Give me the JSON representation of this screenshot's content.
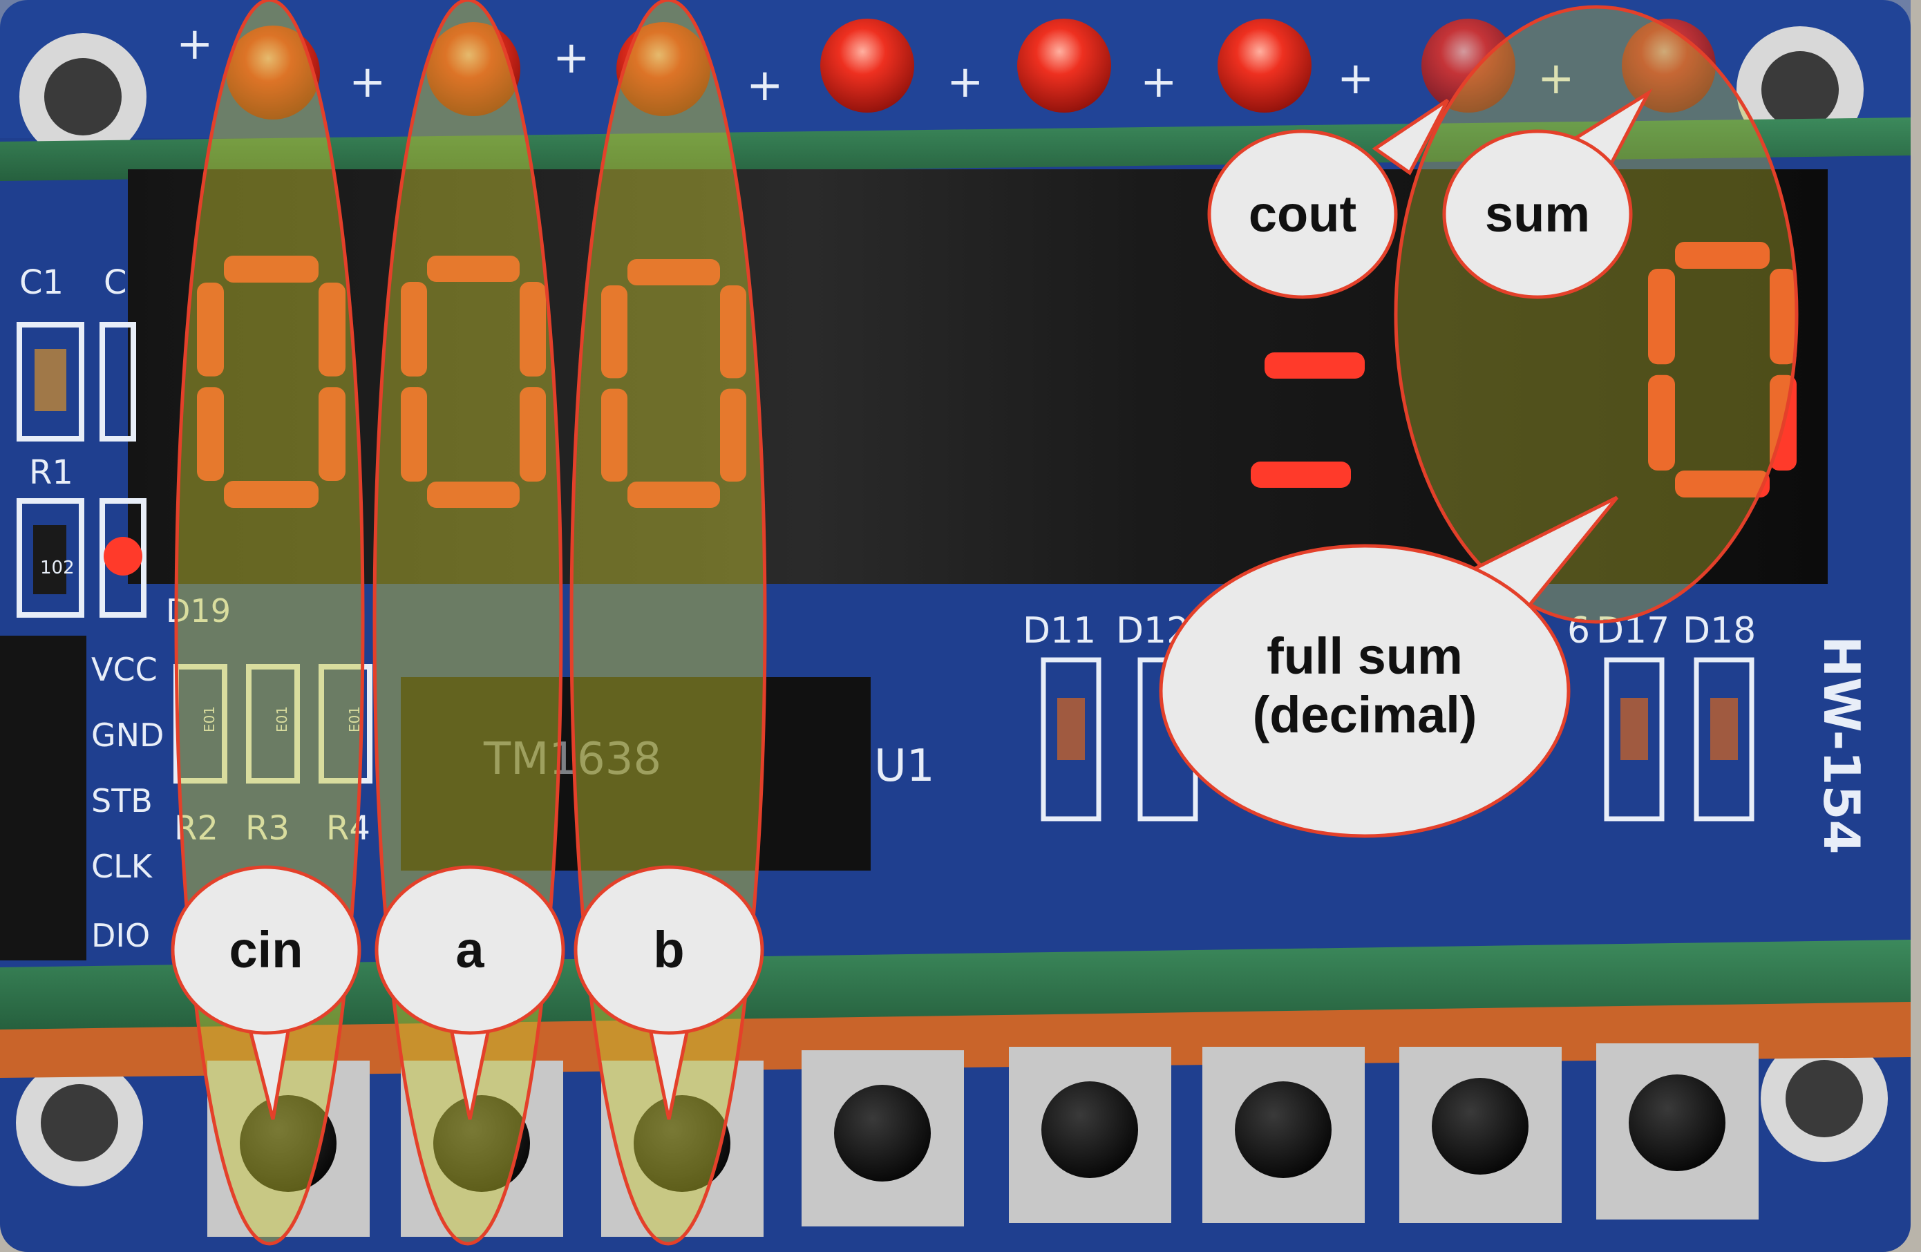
{
  "labels": {
    "cin": "cin",
    "a": "a",
    "b": "b",
    "cout": "cout",
    "sum": "sum",
    "full_sum_line1": "full sum",
    "full_sum_line2": "(decimal)"
  },
  "silkscreen": {
    "c1": "C1",
    "c2": "C",
    "r1": "R1",
    "r1_code": "102",
    "d19": "D19",
    "vcc": "VCC",
    "gnd": "GND",
    "stb": "STB",
    "clk": "CLK",
    "dio": "DIO",
    "r2": "R2",
    "r3": "R3",
    "r4": "R4",
    "led_code": "E01",
    "chip": "TM1638",
    "u1": "U1",
    "d11": "D11",
    "d12": "D12",
    "d16": "6",
    "d17": "D17",
    "d18": "D18",
    "board": "HW-154",
    "plus": "+"
  },
  "displays": {
    "digit1": "0",
    "digit2": "0",
    "digit3": "0",
    "equals": "=",
    "result": "0"
  },
  "colors": {
    "pcb": "#1f3f8f",
    "led_red": "#e8281c",
    "segment_red": "#ff3a2a",
    "annotation": "#e4402a",
    "highlight": "#c8c830",
    "tape_green": "#2f7a4e",
    "tape_orange": "#c9642a"
  }
}
